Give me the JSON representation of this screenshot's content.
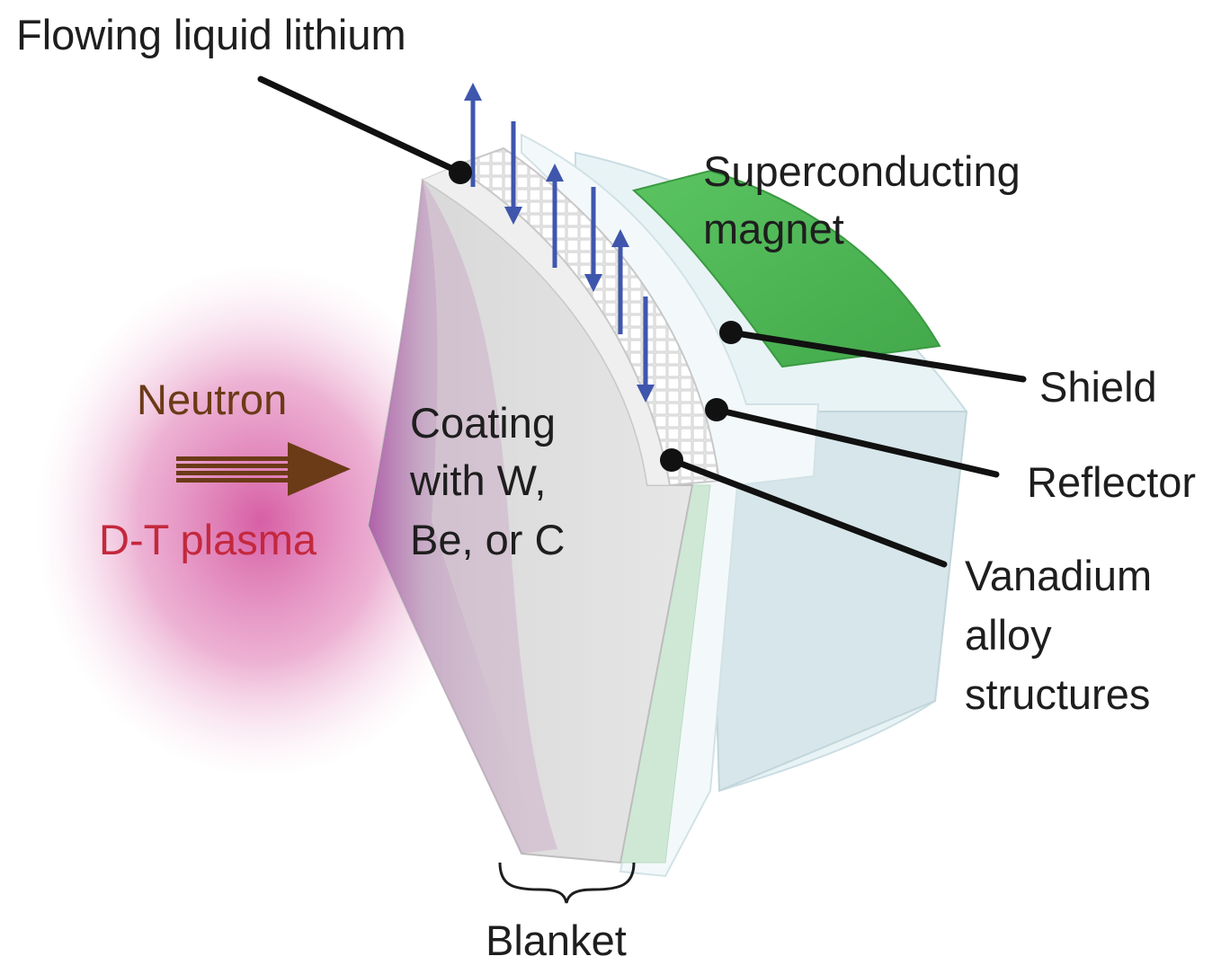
{
  "labels": {
    "flowing_lithium": "Flowing liquid lithium",
    "magnet": [
      "Superconducting",
      "magnet"
    ],
    "shield": "Shield",
    "reflector": "Reflector",
    "vanadium": [
      "Vanadium",
      "alloy",
      "structures"
    ],
    "neutron": "Neutron",
    "plasma": "D-T plasma",
    "coating": [
      "Coating",
      "with W,",
      "Be, or C"
    ],
    "blanket": "Blanket"
  },
  "colors": {
    "neutron": "#6b3a17",
    "plasma_text": "#c4283d",
    "plasma_glow": "#d24d9b",
    "lithium_arrows": "#3f56ad",
    "magnet": "#4eb654",
    "leader": "#111111"
  },
  "lithium_flow_directions": [
    "up",
    "down",
    "up",
    "down",
    "up",
    "down"
  ]
}
